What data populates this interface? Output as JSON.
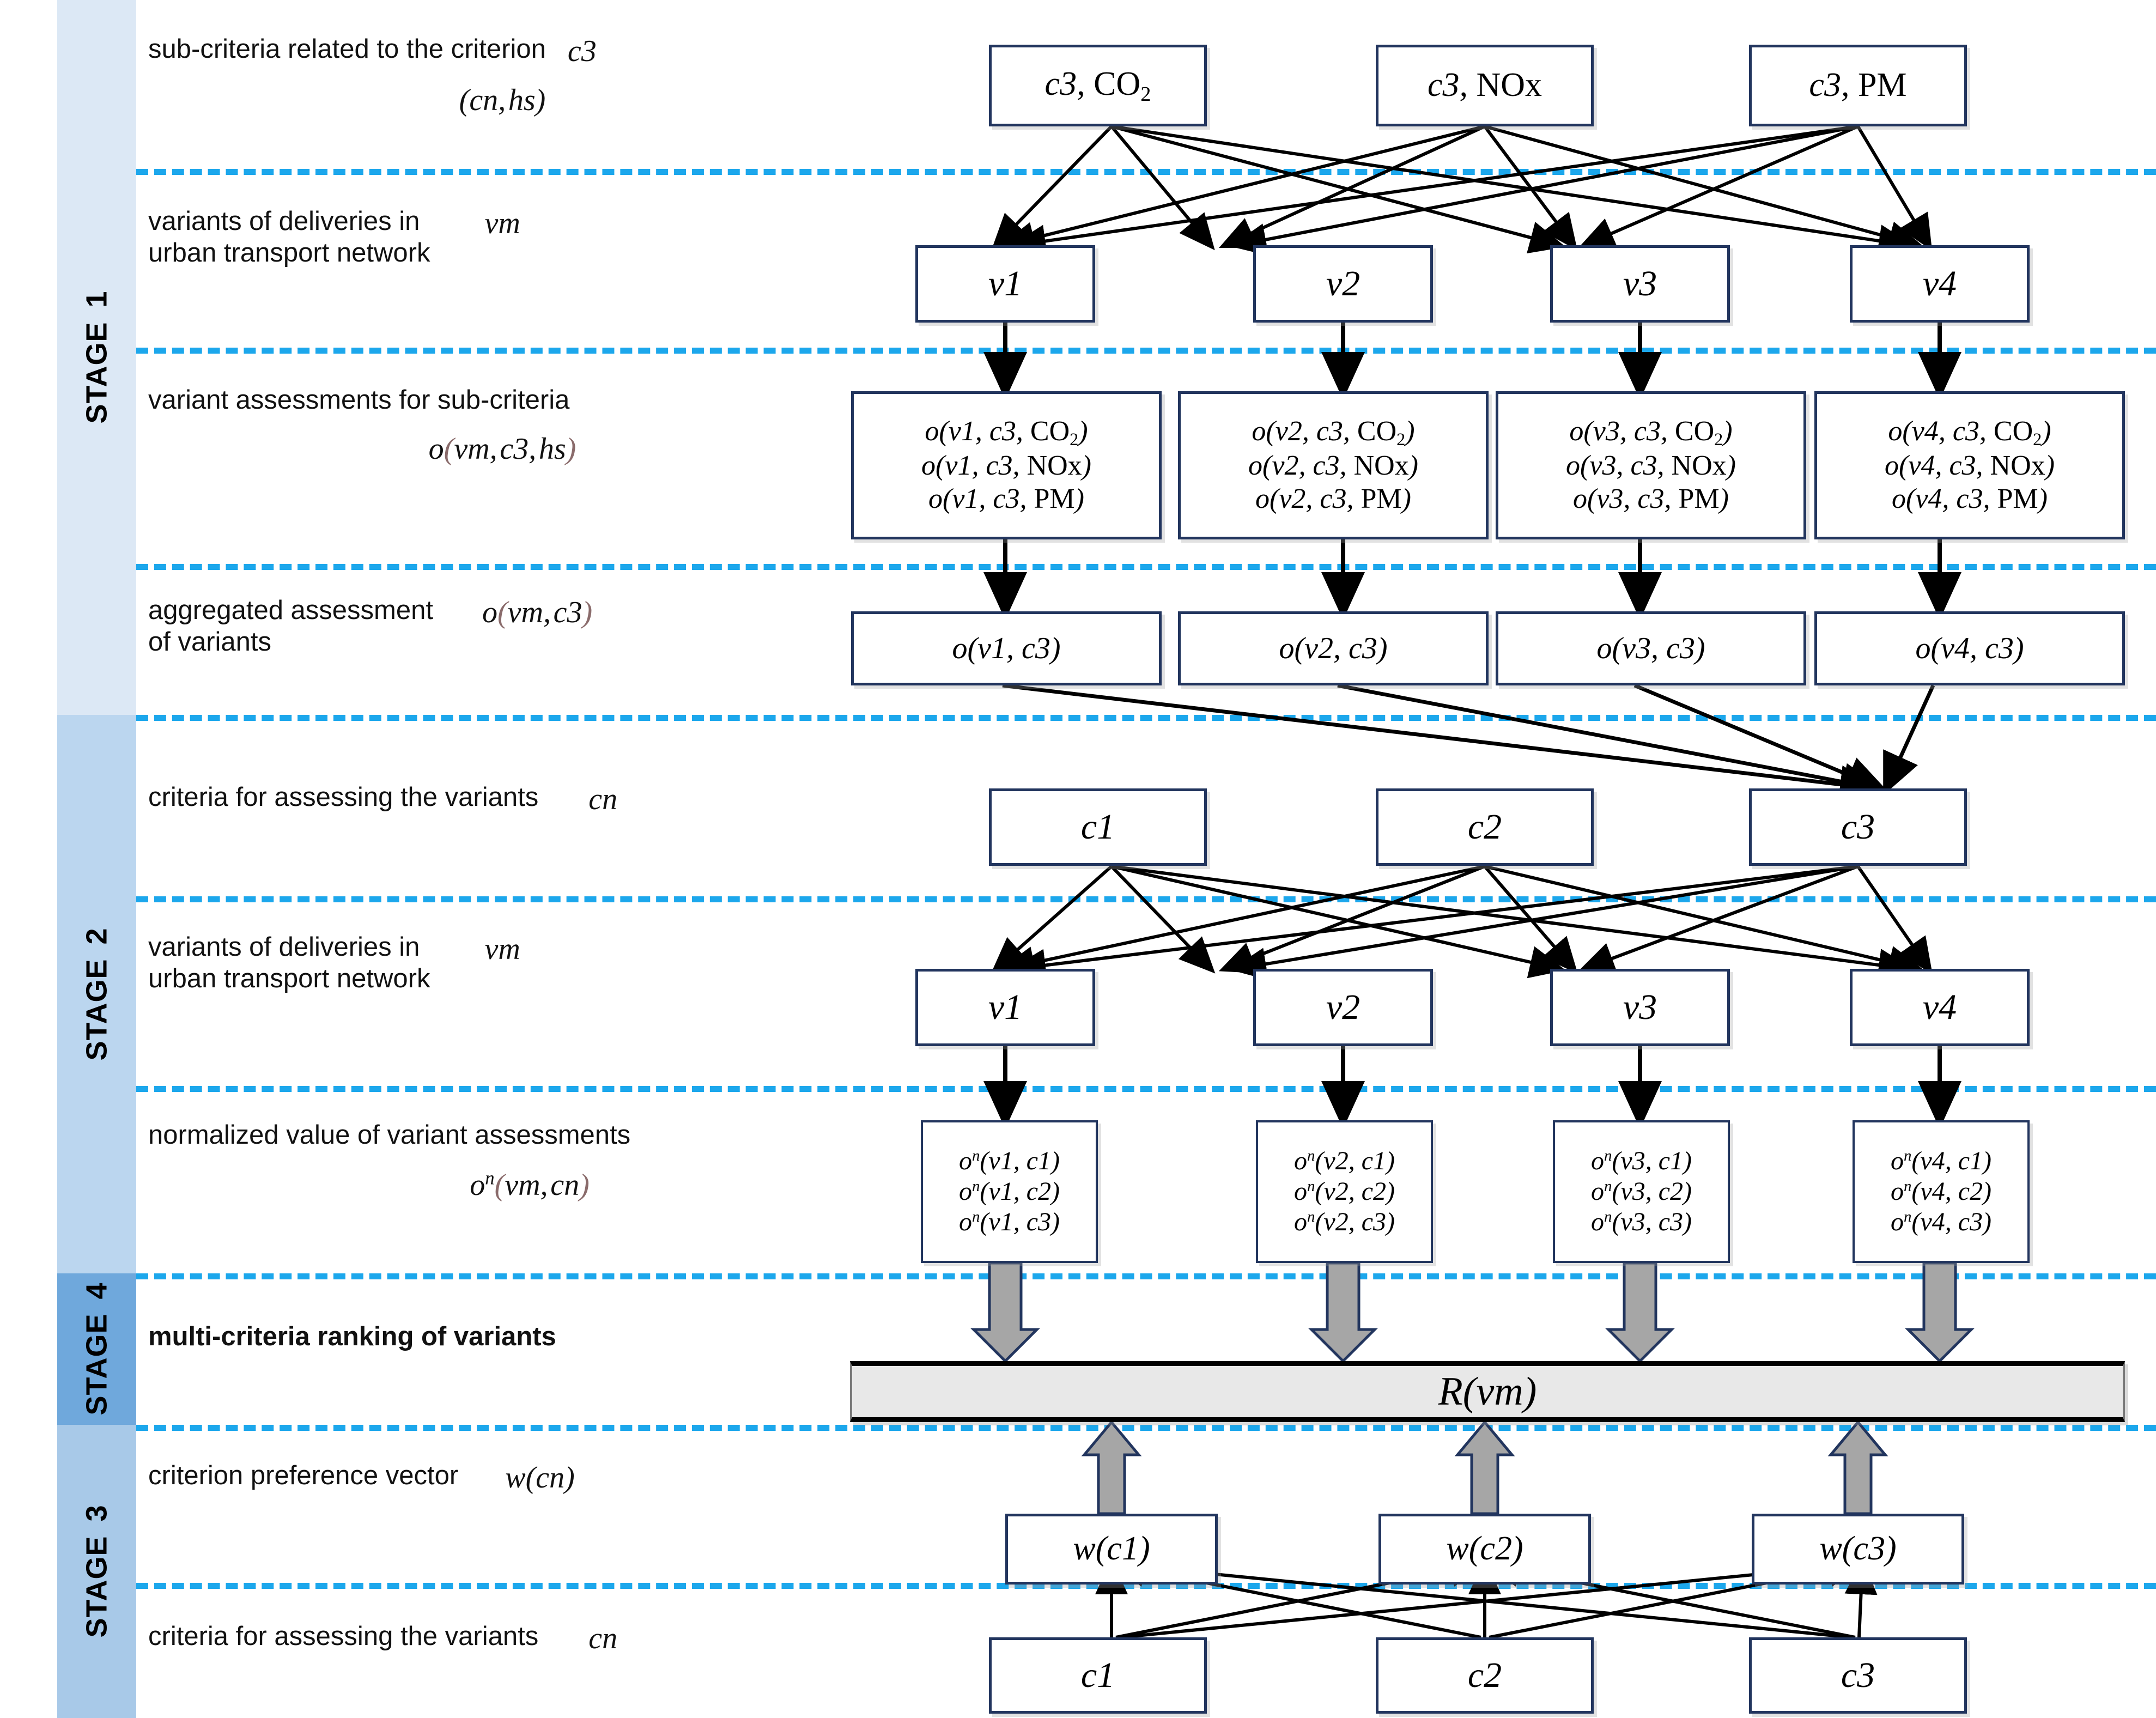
{
  "stages": [
    {
      "word": "STAGE",
      "number": "1"
    },
    {
      "word": "STAGE",
      "number": "2"
    },
    {
      "word": "STAGE",
      "number": "4"
    },
    {
      "word": "STAGE",
      "number": "3"
    }
  ],
  "colors": {
    "stage1_band": "#DCE8F5",
    "stage2_band": "#BBD6EF",
    "stage4_band": "#6FA8DC",
    "stage3_band": "#A8C9E8",
    "separator": "#1CA7EC",
    "box_border": "#22355e",
    "ranking_fill": "#e8e8e8",
    "block_arrow_fill": "#A6A6A6",
    "block_arrow_stroke": "#22355e",
    "paren_accent": "#8a6b6b"
  },
  "rows": [
    {
      "id": "subcriteria",
      "label_line1": "sub-criteria related to the criterion",
      "label_sym_inline": "c3",
      "label_sym_center": "(cn, hs)",
      "boxes": [
        "c3, CO2",
        "c3, NOx",
        "c3, PM"
      ]
    },
    {
      "id": "variants-stage1",
      "label_line1": "variants of deliveries in",
      "label_line2": "urban transport network",
      "label_sym_inline": "vm",
      "boxes": [
        "v1",
        "v2",
        "v3",
        "v4"
      ]
    },
    {
      "id": "variant-assessments",
      "label_line1": "variant assessments for sub-criteria",
      "label_sym_center": "o(vm, c3, hs)",
      "boxes": [
        [
          "o(v1, c3, CO2)",
          "o(v1, c3, NOx)",
          "o(v1, c3, PM)"
        ],
        [
          "o(v2, c3, CO2)",
          "o(v2, c3, NOx)",
          "o(v2, c3, PM)"
        ],
        [
          "o(v3, c3, CO2)",
          "o(v3, c3, NOx)",
          "o(v3, c3, PM)"
        ],
        [
          "o(v4, c3, CO2)",
          "o(v4, c3, NOx)",
          "o(v4, c3, PM)"
        ]
      ]
    },
    {
      "id": "aggregated",
      "label_line1": "aggregated assessment",
      "label_line2": "of variants",
      "label_sym_inline": "o(vm, c3)",
      "boxes": [
        "o(v1, c3)",
        "o(v2, c3)",
        "o(v3, c3)",
        "o(v4, c3)"
      ]
    },
    {
      "id": "criteria-stage2",
      "label_line1": "criteria for assessing the variants",
      "label_sym_inline": "cn",
      "boxes": [
        "c1",
        "c2",
        "c3"
      ]
    },
    {
      "id": "variants-stage2",
      "label_line1": "variants of deliveries in",
      "label_line2": "urban transport network",
      "label_sym_inline": "vm",
      "boxes": [
        "v1",
        "v2",
        "v3",
        "v4"
      ]
    },
    {
      "id": "normalized",
      "label_line1": "normalized value of variant assessments",
      "label_sym_center": "on(vm, cn)",
      "boxes": [
        [
          "on(v1, c1)",
          "on(v1, c2)",
          "on(v1, c3)"
        ],
        [
          "on(v2, c1)",
          "on(v2, c2)",
          "on(v2, c3)"
        ],
        [
          "on(v3, c1)",
          "on(v3, c2)",
          "on(v3, c3)"
        ],
        [
          "on(v4, c1)",
          "on(v4, c2)",
          "on(v4, c3)"
        ]
      ]
    },
    {
      "id": "ranking",
      "label_line1": "multi-criteria ranking of variants",
      "boxes": [
        "R(vm)"
      ]
    },
    {
      "id": "preference-vector",
      "label_line1": "criterion preference vector",
      "label_sym_inline": "w(cn)",
      "boxes": [
        "w(c1)",
        "w(c2)",
        "w(c3)"
      ]
    },
    {
      "id": "criteria-stage3",
      "label_line1": "criteria for assessing the variants",
      "label_sym_inline": "cn",
      "boxes": [
        "c1",
        "c2",
        "c3"
      ]
    }
  ]
}
